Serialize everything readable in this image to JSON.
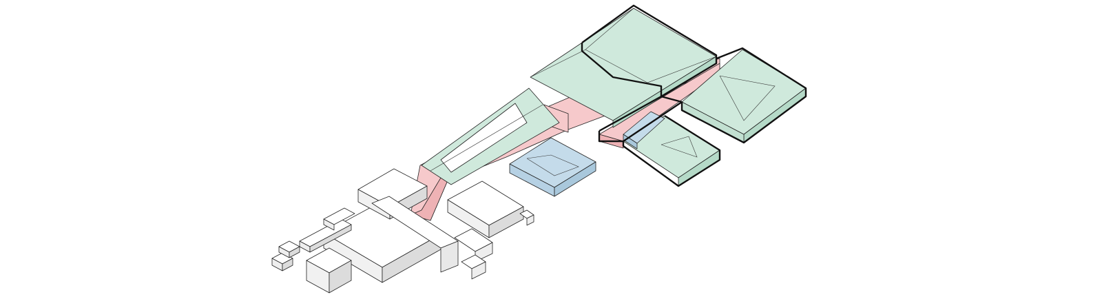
{
  "diagram": {
    "kind": "axonometric massing diagram",
    "labels": [],
    "zones": [
      {
        "id": "existing-buildings",
        "color_roof": "#ffffff",
        "color_wall_light": "#f1f1f1",
        "color_wall_dark": "#dcdcdc"
      },
      {
        "id": "circulation-spine",
        "color_top": "#f6c9cb",
        "color_side": "#eeb2b5"
      },
      {
        "id": "green-volumes",
        "color_top": "#cfe9dc",
        "color_side": "#b5dac8"
      },
      {
        "id": "blue-volumes",
        "color_top": "#c4dbea",
        "color_side": "#a9c8dc"
      }
    ],
    "highlighted_outline_color": "#111111"
  }
}
